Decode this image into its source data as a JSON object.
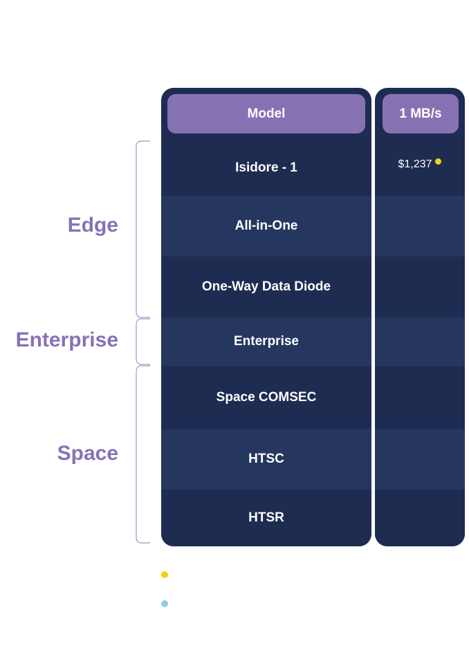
{
  "groups": {
    "edge": "Edge",
    "enterprise": "Enterprise",
    "space": "Space"
  },
  "model_column": {
    "header": "Model",
    "rows": [
      "Isidore - 1",
      "All-in-One",
      "One-Way Data Diode",
      "Enterprise",
      "Space COMSEC",
      "HTSC",
      "HTSR"
    ]
  },
  "price_column": {
    "header": "1 MB/s",
    "rows": [
      "$1,237",
      "",
      "",
      "",
      "",
      "",
      ""
    ]
  },
  "colors": {
    "accent_purple": "#8672b3",
    "card_dark": "#1e2c52",
    "card_light": "#26375f",
    "dot_yellow": "#f8cf16",
    "dot_blue": "#8ecae9"
  }
}
